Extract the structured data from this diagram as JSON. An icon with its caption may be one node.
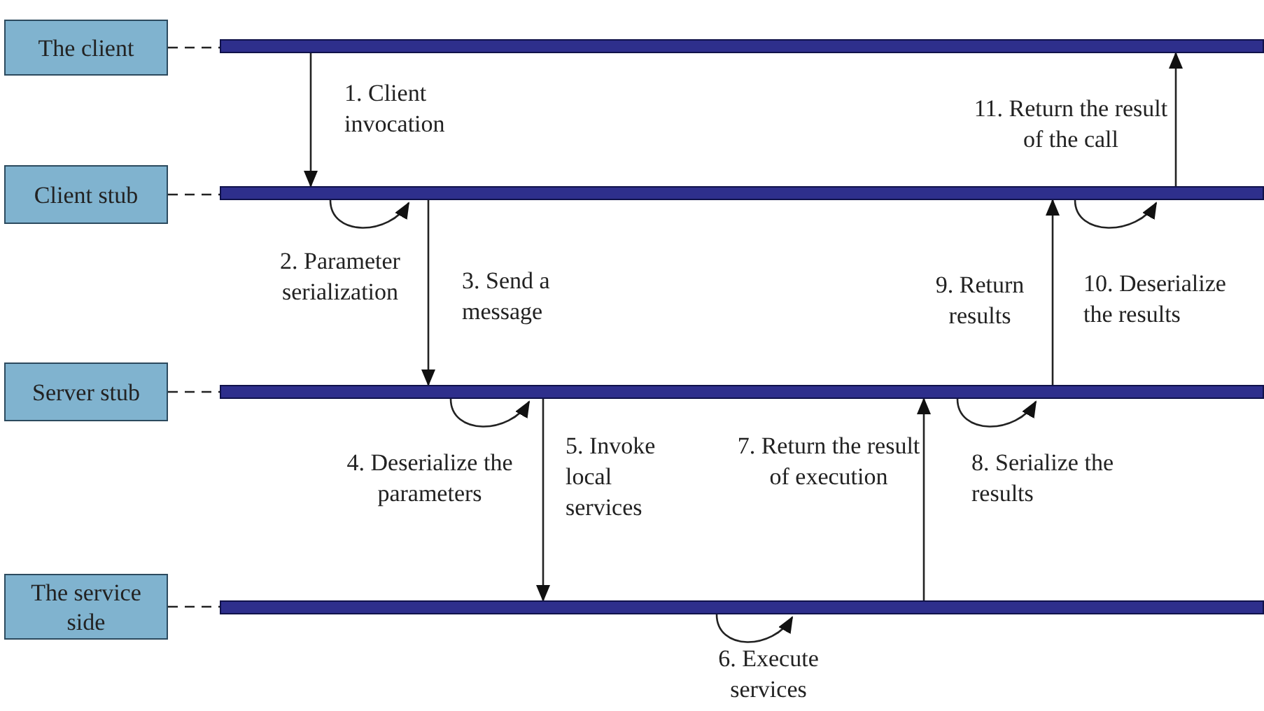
{
  "diagram": {
    "nodes": [
      {
        "text": [
          "The client"
        ]
      },
      {
        "text": [
          "Client stub"
        ]
      },
      {
        "text": [
          "Server stub"
        ]
      },
      {
        "text": [
          "The service side"
        ]
      },
      {
        "text": [],
        "shape": "bar"
      },
      {
        "text": [],
        "shape": "bar"
      },
      {
        "text": [],
        "shape": "bar"
      },
      {
        "text": [],
        "shape": "bar"
      }
    ],
    "edges": [
      {
        "from": 0,
        "to": 4,
        "arrow": "none",
        "style": "dashed"
      },
      {
        "from": 1,
        "to": 5,
        "arrow": "none",
        "style": "dashed"
      },
      {
        "from": 2,
        "to": 6,
        "arrow": "none",
        "style": "dashed"
      },
      {
        "from": 3,
        "to": 7,
        "arrow": "none",
        "style": "dashed"
      },
      {
        "from": 4,
        "to": 5,
        "arrow": "to",
        "label": "1. Client invocation"
      },
      {
        "from": 5,
        "to": 5,
        "arrow": "to",
        "label": "2. Parameter serialization"
      },
      {
        "from": 5,
        "to": 6,
        "arrow": "to",
        "label": "3. Send a message"
      },
      {
        "from": 6,
        "to": 6,
        "arrow": "to",
        "label": "4. Deserialize the parameters"
      },
      {
        "from": 6,
        "to": 7,
        "arrow": "to",
        "label": "5. Invoke local services"
      },
      {
        "from": 7,
        "to": 7,
        "arrow": "to",
        "label": "6. Execute services"
      },
      {
        "from": 7,
        "to": 6,
        "arrow": "to",
        "label": "7. Return the result of execution"
      },
      {
        "from": 6,
        "to": 6,
        "arrow": "to",
        "label": "8. Serialize the results"
      },
      {
        "from": 6,
        "to": 5,
        "arrow": "to",
        "label": "9. Return results"
      },
      {
        "from": 5,
        "to": 5,
        "arrow": "to",
        "label": "10. Deserialize the results"
      },
      {
        "from": 5,
        "to": 4,
        "arrow": "to",
        "label": "11. Return the result of the call"
      }
    ]
  }
}
